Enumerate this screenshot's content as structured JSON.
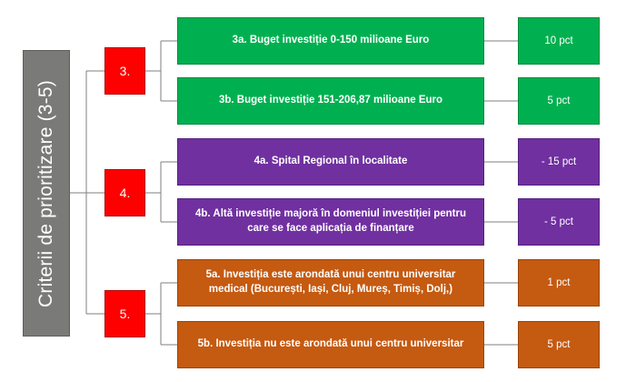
{
  "root": {
    "label": "Criterii de prioritizare (3-5)"
  },
  "groups": [
    {
      "number": "3.",
      "color": "#00b050",
      "items": [
        {
          "text": "3a. Buget investiție 0-150 milioane Euro",
          "points": "10 pct"
        },
        {
          "text": "3b. Buget investiție 151-206,87 milioane Euro",
          "points": "5 pct"
        }
      ]
    },
    {
      "number": "4.",
      "color": "#7030a0",
      "items": [
        {
          "text": "4a. Spital Regional în localitate",
          "points": "- 15 pct"
        },
        {
          "text": "4b. Altă investiție majoră în domeniul investiției pentru care se face aplicația de finanțare",
          "points": "- 5 pct"
        }
      ]
    },
    {
      "number": "5.",
      "color": "#c55a11",
      "items": [
        {
          "text": "5a. Investiția este arondată unui centru universitar medical (București, Iași, Cluj, Mureș, Timiș, Dolj,)",
          "points": "1 pct"
        },
        {
          "text": "5b. Investiția nu este arondată unui centru universitar",
          "points": "5 pct"
        }
      ]
    }
  ],
  "colors": {
    "number_box": "#ff0000",
    "root_box": "#7a7a78",
    "connector": "#7f7f7f"
  }
}
